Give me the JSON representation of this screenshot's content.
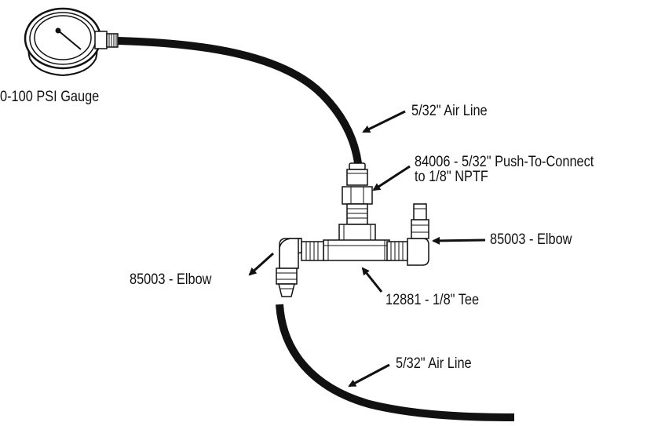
{
  "labels": {
    "gauge": "0-100 PSI Gauge",
    "air_line_top": "5/32\" Air Line",
    "connector_line1": "84006 - 5/32\" Push-To-Connect",
    "connector_line2": "to 1/8\" NPTF",
    "elbow_right": "85003 - Elbow",
    "elbow_left": "85003 - Elbow",
    "tee": "12881 - 1/8\" Tee",
    "air_line_bottom": "5/32\" Air Line"
  }
}
